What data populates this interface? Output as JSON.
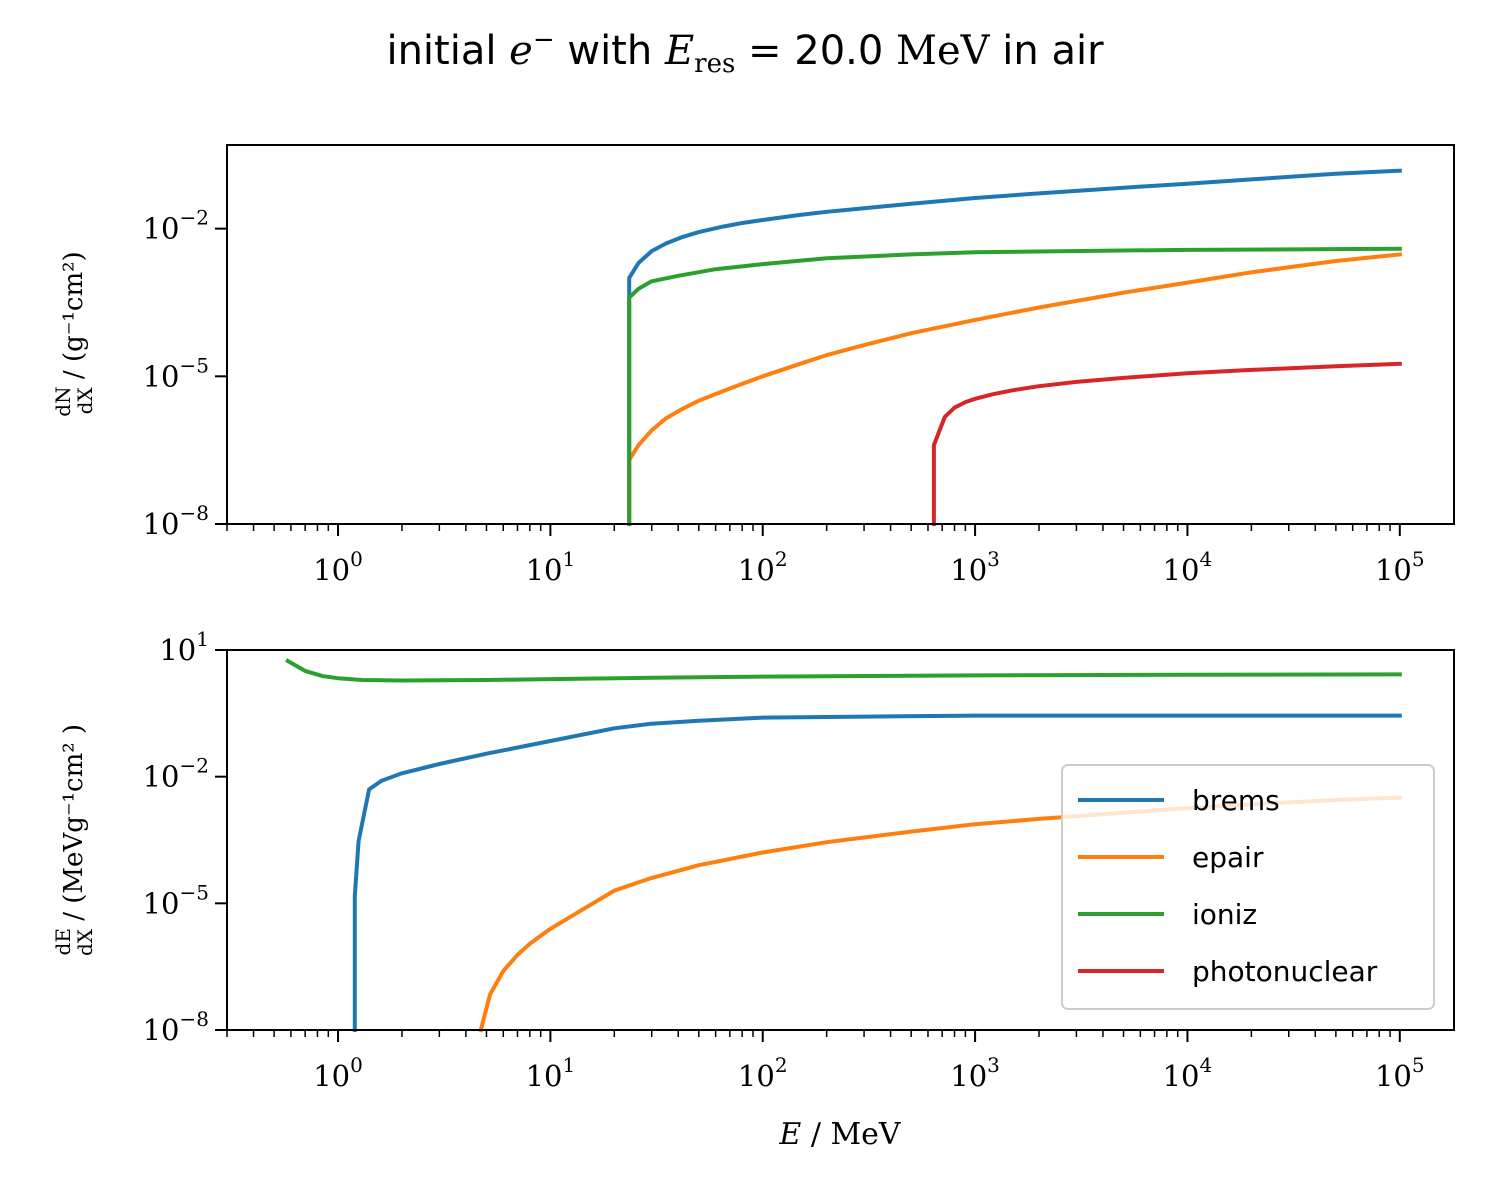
{
  "figure": {
    "title": {
      "pre": "initial ",
      "particle": "e",
      "particle_sup": "−",
      "mid": " with ",
      "energy_symbol": "E",
      "energy_sub": "res",
      "equals": " = ",
      "value": "20.0",
      "unit": " MeV",
      "post": " in air"
    }
  },
  "chart_data": [
    {
      "type": "line",
      "panel": "top",
      "xscale": "log",
      "yscale": "log",
      "xlim": [
        0.3,
        180000
      ],
      "ylim": [
        1e-08,
        0.5
      ],
      "xticks": [
        {
          "base": "10",
          "exp": "0"
        },
        {
          "base": "10",
          "exp": "1"
        },
        {
          "base": "10",
          "exp": "2"
        },
        {
          "base": "10",
          "exp": "3"
        },
        {
          "base": "10",
          "exp": "4"
        },
        {
          "base": "10",
          "exp": "5"
        }
      ],
      "xtick_values": [
        1,
        10,
        100,
        1000,
        10000,
        100000
      ],
      "yticks": [
        {
          "base": "10",
          "exp": "−2"
        },
        {
          "base": "10",
          "exp": "−5"
        },
        {
          "base": "10",
          "exp": "−8"
        }
      ],
      "ytick_values": [
        0.01,
        1e-05,
        1e-08
      ],
      "ylabel": {
        "frac_num": "dN",
        "frac_den": "dX",
        "unit": " / (g⁻¹cm²)"
      },
      "series": [
        {
          "name": "brems",
          "color": "#1f77b4",
          "x": [
            23.5,
            23.5,
            26,
            30,
            35,
            42,
            50,
            65,
            80,
            100,
            150,
            200,
            300,
            500,
            1000,
            2000,
            5000,
            10000,
            20000,
            50000,
            100000
          ],
          "y": [
            1e-08,
            0.001,
            0.002,
            0.0035,
            0.005,
            0.0068,
            0.0085,
            0.011,
            0.013,
            0.015,
            0.019,
            0.022,
            0.026,
            0.032,
            0.042,
            0.052,
            0.068,
            0.082,
            0.1,
            0.13,
            0.15
          ]
        },
        {
          "name": "epair",
          "color": "#ff7f0e",
          "x": [
            23.5,
            23.5,
            26,
            30,
            35,
            42,
            50,
            65,
            80,
            100,
            150,
            200,
            300,
            500,
            1000,
            2000,
            5000,
            10000,
            20000,
            50000,
            100000
          ],
          "y": [
            1e-08,
            2e-07,
            4e-07,
            8e-07,
            1.4e-06,
            2.2e-06,
            3.2e-06,
            5e-06,
            7e-06,
            1e-05,
            1.8e-05,
            2.7e-05,
            4.3e-05,
            7.5e-05,
            0.00014,
            0.00025,
            0.0005,
            0.0008,
            0.0013,
            0.0022,
            0.003
          ]
        },
        {
          "name": "ioniz",
          "color": "#2ca02c",
          "x": [
            23.5,
            23.5,
            26,
            30,
            40,
            60,
            100,
            200,
            500,
            1000,
            5000,
            10000,
            100000
          ],
          "y": [
            1e-08,
            0.0004,
            0.0006,
            0.00085,
            0.0011,
            0.0015,
            0.0019,
            0.0025,
            0.003,
            0.0033,
            0.0036,
            0.0037,
            0.0039
          ]
        },
        {
          "name": "photonuclear",
          "color": "#d62728",
          "x": [
            640,
            640,
            720,
            800,
            900,
            1000,
            1200,
            1500,
            2000,
            3000,
            5000,
            10000,
            20000,
            50000,
            100000
          ],
          "y": [
            1e-08,
            4e-07,
            1.5e-06,
            2.3e-06,
            3e-06,
            3.5e-06,
            4.3e-06,
            5.2e-06,
            6.3e-06,
            7.7e-06,
            9.3e-06,
            1.15e-05,
            1.35e-05,
            1.6e-05,
            1.8e-05
          ]
        }
      ]
    },
    {
      "type": "line",
      "panel": "bottom",
      "xscale": "log",
      "yscale": "log",
      "xlim": [
        0.3,
        180000
      ],
      "ylim": [
        1e-08,
        10
      ],
      "xlabel": {
        "symbol": "E",
        "unit": " / MeV"
      },
      "xticks": [
        {
          "base": "10",
          "exp": "0"
        },
        {
          "base": "10",
          "exp": "1"
        },
        {
          "base": "10",
          "exp": "2"
        },
        {
          "base": "10",
          "exp": "3"
        },
        {
          "base": "10",
          "exp": "4"
        },
        {
          "base": "10",
          "exp": "5"
        }
      ],
      "xtick_values": [
        1,
        10,
        100,
        1000,
        10000,
        100000
      ],
      "yticks": [
        {
          "base": "10",
          "exp": "1"
        },
        {
          "base": "10",
          "exp": "−2"
        },
        {
          "base": "10",
          "exp": "−5"
        },
        {
          "base": "10",
          "exp": "−8"
        }
      ],
      "ytick_values": [
        10,
        0.01,
        1e-05,
        1e-08
      ],
      "ylabel": {
        "frac_num": "dE",
        "frac_den": "dX",
        "unit": " / (MeVg⁻¹cm² )"
      },
      "legend": {
        "location": "lower-right",
        "entries": [
          "brems",
          "epair",
          "ioniz",
          "photonuclear"
        ]
      },
      "series": [
        {
          "name": "brems",
          "color": "#1f77b4",
          "x": [
            1.2,
            1.2,
            1.25,
            1.4,
            1.6,
            2,
            3,
            5,
            10,
            20,
            30,
            50,
            100,
            1000,
            10000,
            100000
          ],
          "y": [
            1e-08,
            1.5e-05,
            0.0003,
            0.005,
            0.008,
            0.012,
            0.02,
            0.035,
            0.07,
            0.14,
            0.18,
            0.21,
            0.25,
            0.28,
            0.28,
            0.28
          ]
        },
        {
          "name": "epair",
          "color": "#ff7f0e",
          "x": [
            4.7,
            5.2,
            6,
            7,
            8,
            10,
            13,
            20,
            30,
            50,
            100,
            200,
            500,
            1000,
            2000,
            5000,
            10000,
            20000,
            50000,
            100000
          ],
          "y": [
            1e-08,
            7e-08,
            2.5e-07,
            6e-07,
            1.1e-06,
            2.5e-06,
            5.5e-06,
            2e-05,
            4e-05,
            8e-05,
            0.00016,
            0.00028,
            0.0005,
            0.00075,
            0.001,
            0.0014,
            0.0018,
            0.0022,
            0.0028,
            0.0032
          ]
        },
        {
          "name": "ioniz",
          "color": "#2ca02c",
          "x": [
            0.58,
            0.7,
            0.85,
            1,
            1.3,
            2,
            5,
            10,
            30,
            100,
            1000,
            10000,
            100000
          ],
          "y": [
            5.5,
            3.2,
            2.4,
            2.15,
            1.95,
            1.9,
            1.95,
            2.05,
            2.2,
            2.35,
            2.5,
            2.6,
            2.65
          ]
        },
        {
          "name": "photonuclear",
          "color": "#d62728",
          "x": [],
          "y": []
        }
      ]
    }
  ]
}
